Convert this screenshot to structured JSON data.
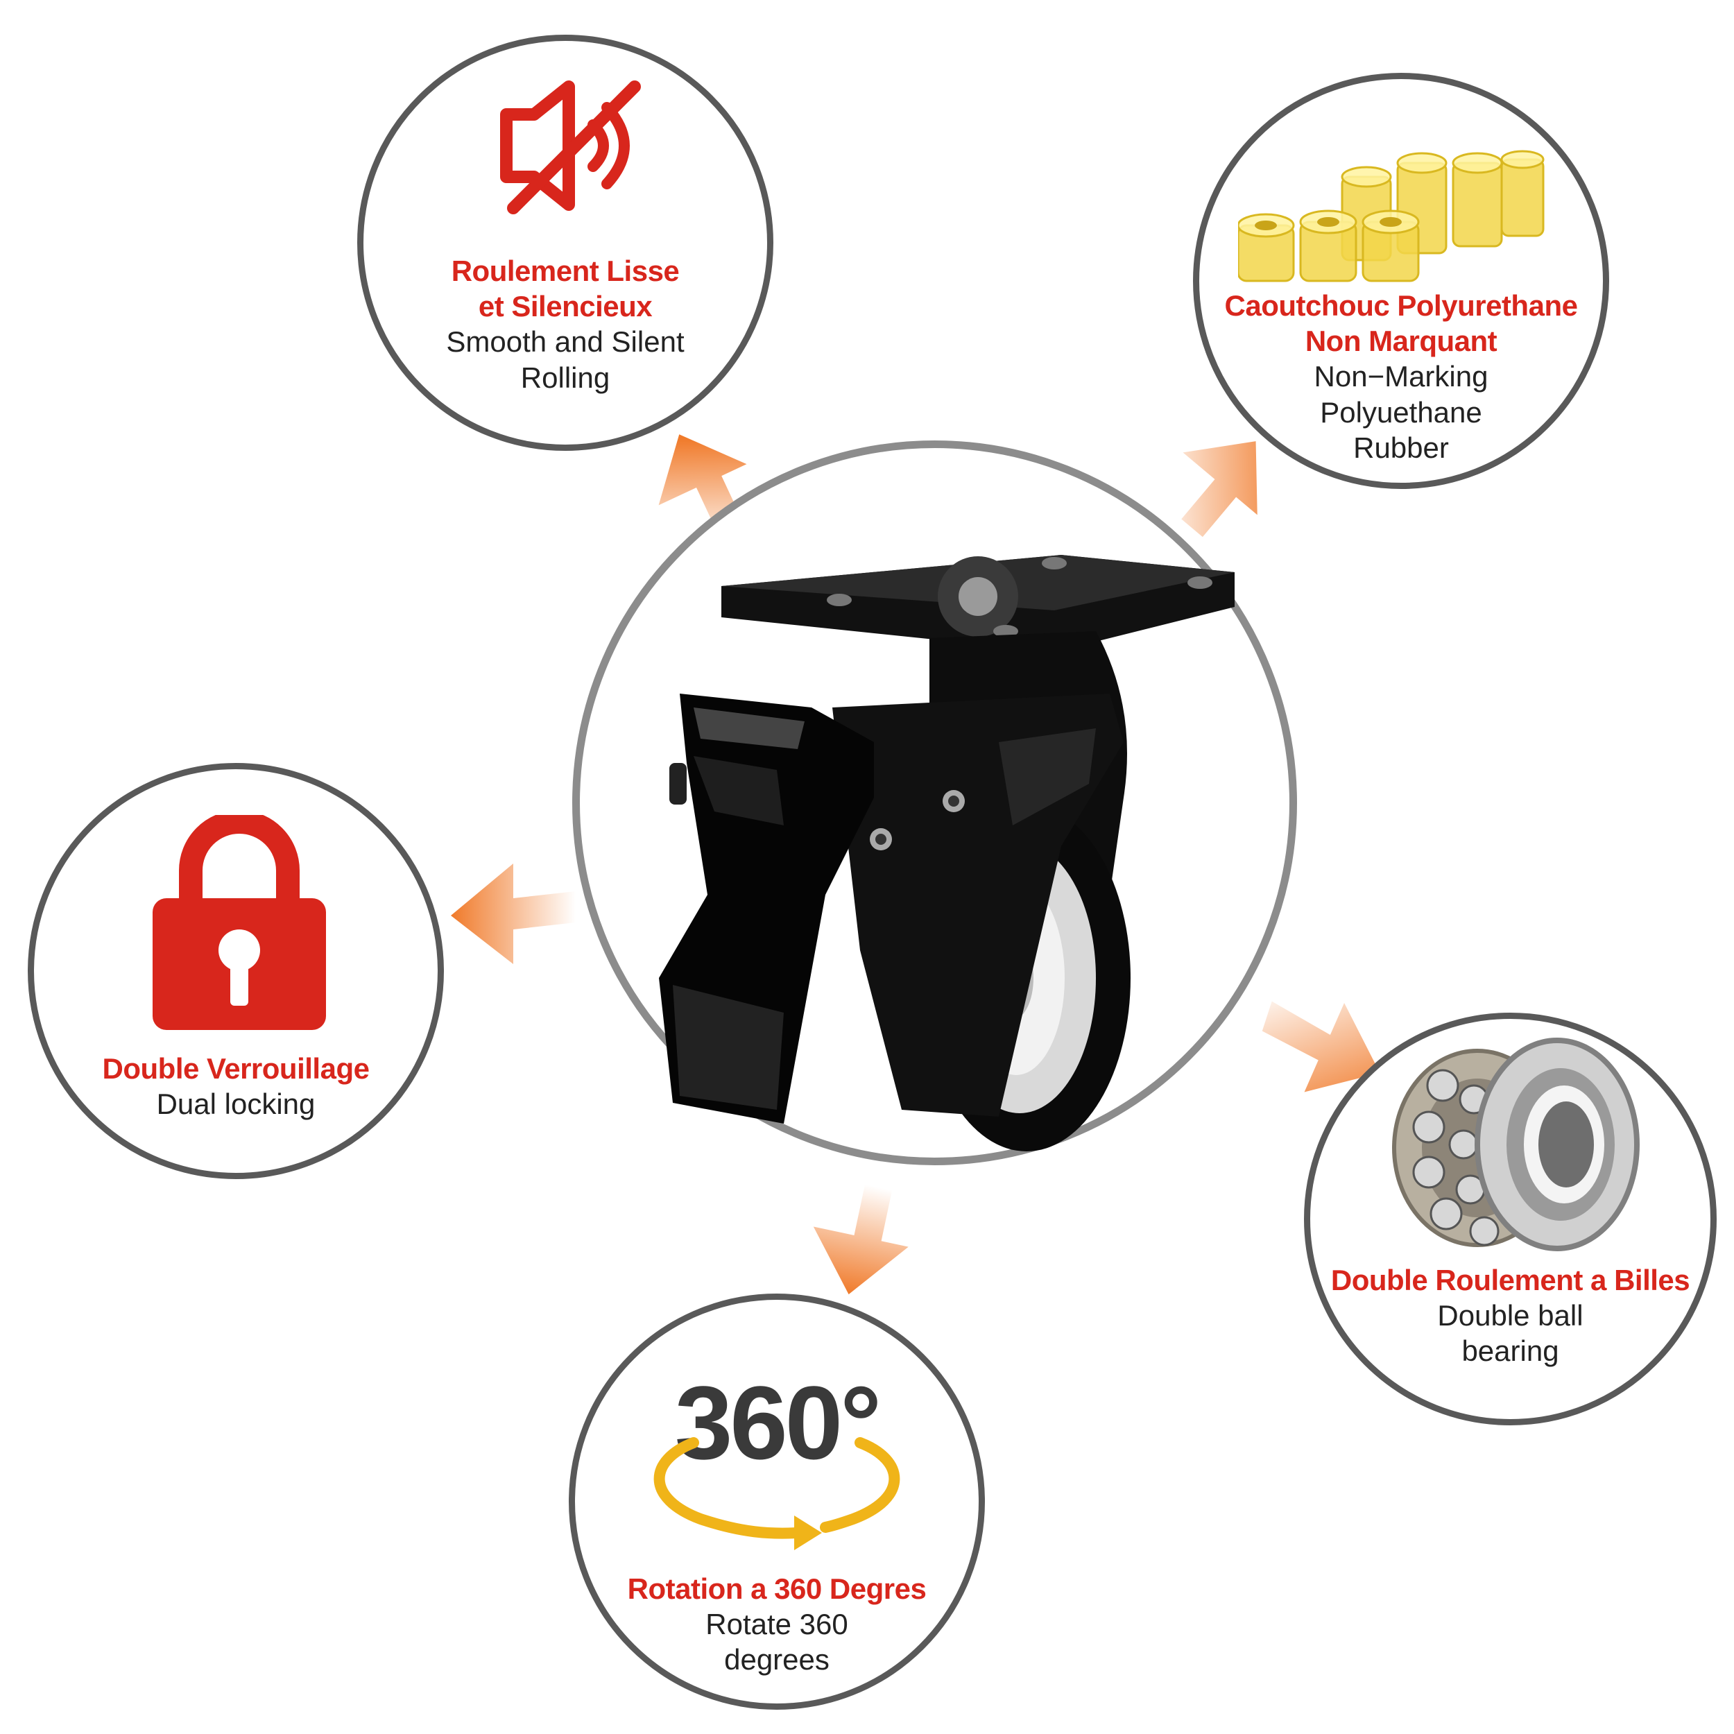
{
  "colors": {
    "accent_red": "#d8261c",
    "arrow_orange": "#f07a2a",
    "ring_gray": "#595959",
    "rotate_yellow": "#f0b419"
  },
  "features": {
    "silent": {
      "icon": "mute-speaker-icon",
      "fr_line1": "Roulement Lisse",
      "fr_line2": "et Silencieux",
      "en_line1": "Smooth and Silent",
      "en_line2": "Rolling"
    },
    "rubber": {
      "icon": "polyurethane-rubber-rings-image",
      "fr_line1": "Caoutchouc Polyurethane",
      "fr_line2": "Non Marquant",
      "en_line1": "Non−Marking",
      "en_line2": "Polyuethane",
      "en_line3": "Rubber"
    },
    "locking": {
      "icon": "padlock-icon",
      "fr_line1": "Double Verrouillage",
      "en_line1": "Dual locking"
    },
    "bearing": {
      "icon": "ball-bearing-image",
      "fr_line1": "Double Roulement a Billes",
      "en_line1": "Double ball",
      "en_line2": "bearing"
    },
    "rotation": {
      "icon": "rotate-360-icon",
      "badge": "360°",
      "fr_line1": "Rotation a 360 Degres",
      "en_line1": "Rotate 360",
      "en_line2": "degrees"
    }
  },
  "product": {
    "icon": "swivel-caster-wheel-image"
  }
}
